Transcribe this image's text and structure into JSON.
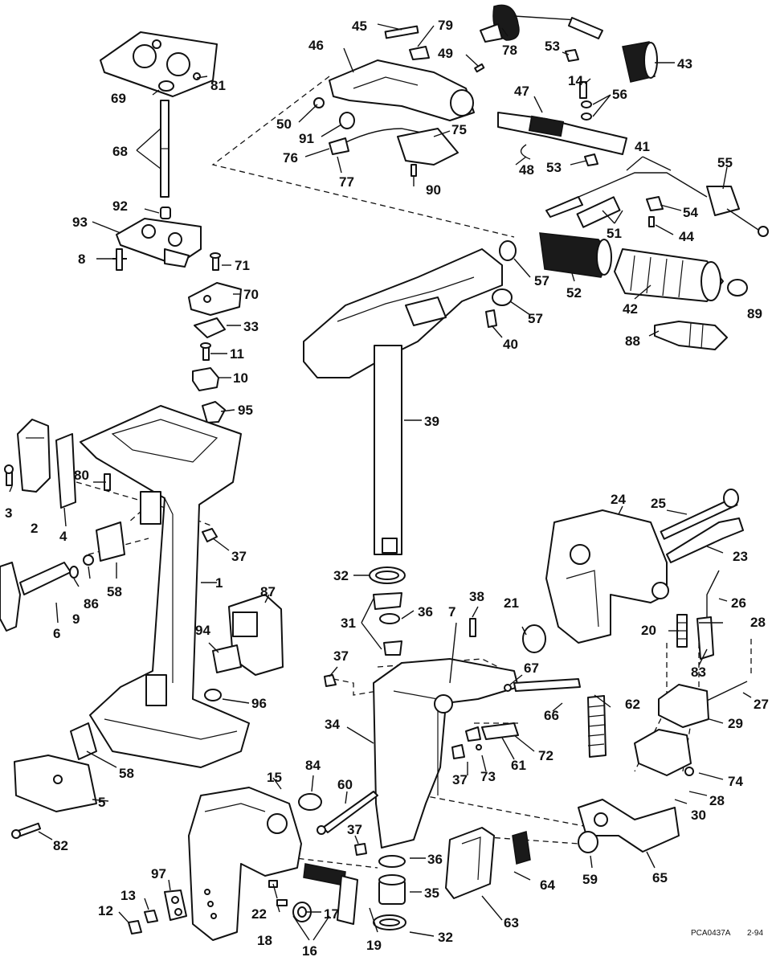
{
  "callouts": [
    {
      "id": "c1",
      "text": "1"
    },
    {
      "id": "c2",
      "text": "2"
    },
    {
      "id": "c3",
      "text": "3"
    },
    {
      "id": "c4",
      "text": "4"
    },
    {
      "id": "c5",
      "text": "5"
    },
    {
      "id": "c6",
      "text": "6"
    },
    {
      "id": "c7",
      "text": "7"
    },
    {
      "id": "c8",
      "text": "8"
    },
    {
      "id": "c9",
      "text": "9"
    },
    {
      "id": "c10",
      "text": "10"
    },
    {
      "id": "c11",
      "text": "11"
    },
    {
      "id": "c12",
      "text": "12"
    },
    {
      "id": "c13",
      "text": "13"
    },
    {
      "id": "c14",
      "text": "14"
    },
    {
      "id": "c15",
      "text": "15"
    },
    {
      "id": "c16",
      "text": "16"
    },
    {
      "id": "c17",
      "text": "17"
    },
    {
      "id": "c18",
      "text": "18"
    },
    {
      "id": "c19",
      "text": "19"
    },
    {
      "id": "c20",
      "text": "20"
    },
    {
      "id": "c21",
      "text": "21"
    },
    {
      "id": "c22",
      "text": "22"
    },
    {
      "id": "c23",
      "text": "23"
    },
    {
      "id": "c24",
      "text": "24"
    },
    {
      "id": "c25",
      "text": "25"
    },
    {
      "id": "c26",
      "text": "26"
    },
    {
      "id": "c27",
      "text": "27"
    },
    {
      "id": "c28a",
      "text": "28"
    },
    {
      "id": "c28b",
      "text": "28"
    },
    {
      "id": "c29",
      "text": "29"
    },
    {
      "id": "c30",
      "text": "30"
    },
    {
      "id": "c31",
      "text": "31"
    },
    {
      "id": "c32a",
      "text": "32"
    },
    {
      "id": "c32b",
      "text": "32"
    },
    {
      "id": "c33",
      "text": "33"
    },
    {
      "id": "c34",
      "text": "34"
    },
    {
      "id": "c35",
      "text": "35"
    },
    {
      "id": "c36a",
      "text": "36"
    },
    {
      "id": "c36b",
      "text": "36"
    },
    {
      "id": "c37a",
      "text": "37"
    },
    {
      "id": "c37b",
      "text": "37"
    },
    {
      "id": "c37c",
      "text": "37"
    },
    {
      "id": "c37d",
      "text": "37"
    },
    {
      "id": "c38",
      "text": "38"
    },
    {
      "id": "c39",
      "text": "39"
    },
    {
      "id": "c40",
      "text": "40"
    },
    {
      "id": "c41",
      "text": "41"
    },
    {
      "id": "c42",
      "text": "42"
    },
    {
      "id": "c43",
      "text": "43"
    },
    {
      "id": "c44",
      "text": "44"
    },
    {
      "id": "c45",
      "text": "45"
    },
    {
      "id": "c46",
      "text": "46"
    },
    {
      "id": "c47",
      "text": "47"
    },
    {
      "id": "c48",
      "text": "48"
    },
    {
      "id": "c49",
      "text": "49"
    },
    {
      "id": "c50",
      "text": "50"
    },
    {
      "id": "c51",
      "text": "51"
    },
    {
      "id": "c52",
      "text": "52"
    },
    {
      "id": "c53a",
      "text": "53"
    },
    {
      "id": "c53b",
      "text": "53"
    },
    {
      "id": "c54",
      "text": "54"
    },
    {
      "id": "c55",
      "text": "55"
    },
    {
      "id": "c56",
      "text": "56"
    },
    {
      "id": "c57a",
      "text": "57"
    },
    {
      "id": "c57b",
      "text": "57"
    },
    {
      "id": "c58a",
      "text": "58"
    },
    {
      "id": "c58b",
      "text": "58"
    },
    {
      "id": "c59",
      "text": "59"
    },
    {
      "id": "c60",
      "text": "60"
    },
    {
      "id": "c61",
      "text": "61"
    },
    {
      "id": "c62",
      "text": "62"
    },
    {
      "id": "c63",
      "text": "63"
    },
    {
      "id": "c64",
      "text": "64"
    },
    {
      "id": "c65",
      "text": "65"
    },
    {
      "id": "c66",
      "text": "66"
    },
    {
      "id": "c67",
      "text": "67"
    },
    {
      "id": "c68",
      "text": "68"
    },
    {
      "id": "c69",
      "text": "69"
    },
    {
      "id": "c70",
      "text": "70"
    },
    {
      "id": "c71",
      "text": "71"
    },
    {
      "id": "c72",
      "text": "72"
    },
    {
      "id": "c73",
      "text": "73"
    },
    {
      "id": "c74",
      "text": "74"
    },
    {
      "id": "c75",
      "text": "75"
    },
    {
      "id": "c76",
      "text": "76"
    },
    {
      "id": "c77",
      "text": "77"
    },
    {
      "id": "c78",
      "text": "78"
    },
    {
      "id": "c79",
      "text": "79"
    },
    {
      "id": "c80",
      "text": "80"
    },
    {
      "id": "c81",
      "text": "81"
    },
    {
      "id": "c82",
      "text": "82"
    },
    {
      "id": "c83",
      "text": "83"
    },
    {
      "id": "c84",
      "text": "84"
    },
    {
      "id": "c86",
      "text": "86"
    },
    {
      "id": "c87",
      "text": "87"
    },
    {
      "id": "c88",
      "text": "88"
    },
    {
      "id": "c89",
      "text": "89"
    },
    {
      "id": "c90",
      "text": "90"
    },
    {
      "id": "c91",
      "text": "91"
    },
    {
      "id": "c92",
      "text": "92"
    },
    {
      "id": "c93",
      "text": "93"
    },
    {
      "id": "c94",
      "text": "94"
    },
    {
      "id": "c95",
      "text": "95"
    },
    {
      "id": "c96",
      "text": "96"
    },
    {
      "id": "c97",
      "text": "97"
    }
  ],
  "drawing_code": "PCA0437A",
  "drawing_date": "2-94",
  "colors": {
    "ink": "#111111",
    "paper": "#ffffff"
  }
}
